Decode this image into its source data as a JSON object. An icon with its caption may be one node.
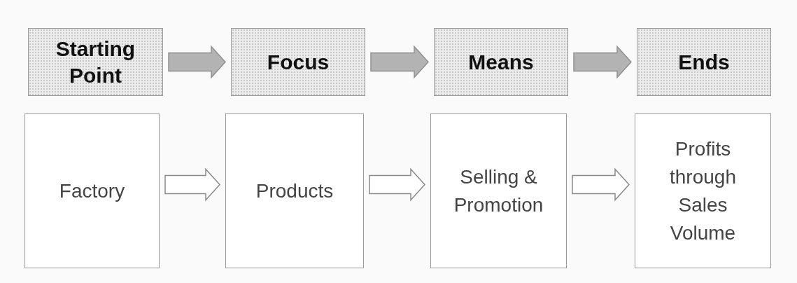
{
  "diagram": {
    "nodes": [
      {
        "text": [
          "Starting Point"
        ]
      },
      {
        "text": [
          "Focus"
        ]
      },
      {
        "text": [
          "Means"
        ]
      },
      {
        "text": [
          "Ends"
        ]
      },
      {
        "text": [
          "Factory"
        ]
      },
      {
        "text": [
          "Products"
        ]
      },
      {
        "text": [
          "Selling & Promotion"
        ]
      },
      {
        "text": [
          "Profits through Sales Volume"
        ]
      }
    ],
    "edges": [
      {
        "from": 0,
        "to": 1,
        "arrow": "to",
        "color": "#b3b3b3"
      },
      {
        "from": 1,
        "to": 2,
        "arrow": "to",
        "color": "#b3b3b3"
      },
      {
        "from": 2,
        "to": 3,
        "arrow": "to",
        "color": "#b3b3b3"
      },
      {
        "from": 4,
        "to": 5,
        "arrow": "to"
      },
      {
        "from": 5,
        "to": 6,
        "arrow": "to"
      },
      {
        "from": 6,
        "to": 7,
        "arrow": "to"
      }
    ]
  }
}
